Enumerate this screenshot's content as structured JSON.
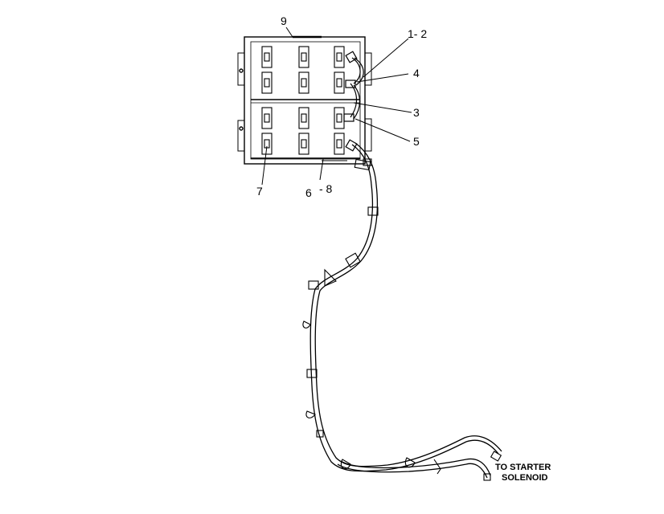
{
  "callouts": {
    "c9": "9",
    "c1_2": "1- 2",
    "c4": "4",
    "c3": "3",
    "c5": "5",
    "c7": "7",
    "c6": "6",
    "c8": "- 8"
  },
  "note": {
    "line1": "TO STARTER",
    "line2": "SOLENOID"
  }
}
